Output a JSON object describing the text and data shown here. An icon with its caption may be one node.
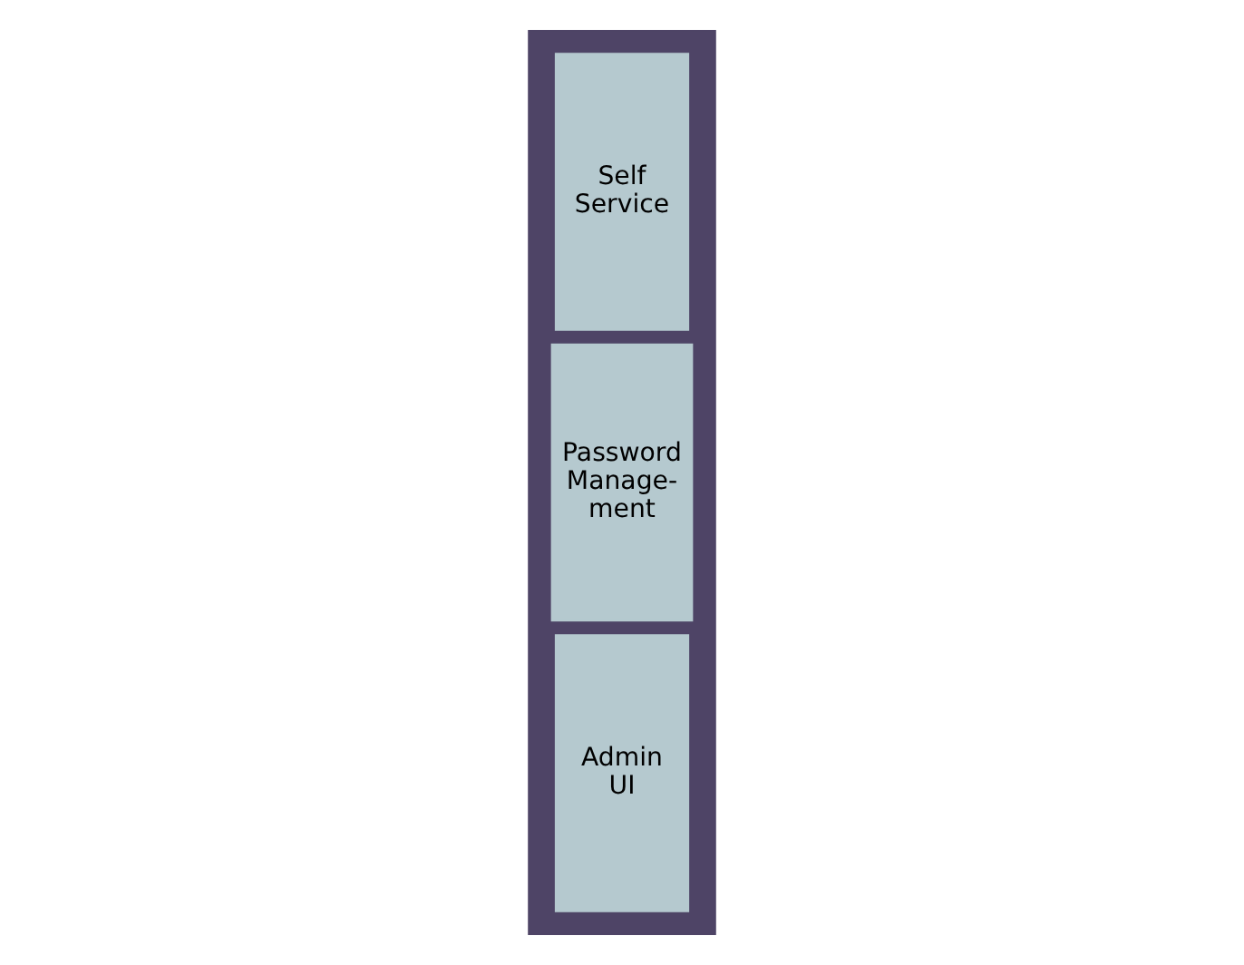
{
  "diagram": {
    "nodes": [
      {
        "text": [],
        "shape": "box"
      },
      {
        "text": [
          "Admin UI"
        ],
        "in": 0
      },
      {
        "text": [
          "Password Manage- ment"
        ],
        "in": 0
      },
      {
        "text": [
          "Self Service"
        ],
        "in": 0
      }
    ],
    "edges": []
  }
}
